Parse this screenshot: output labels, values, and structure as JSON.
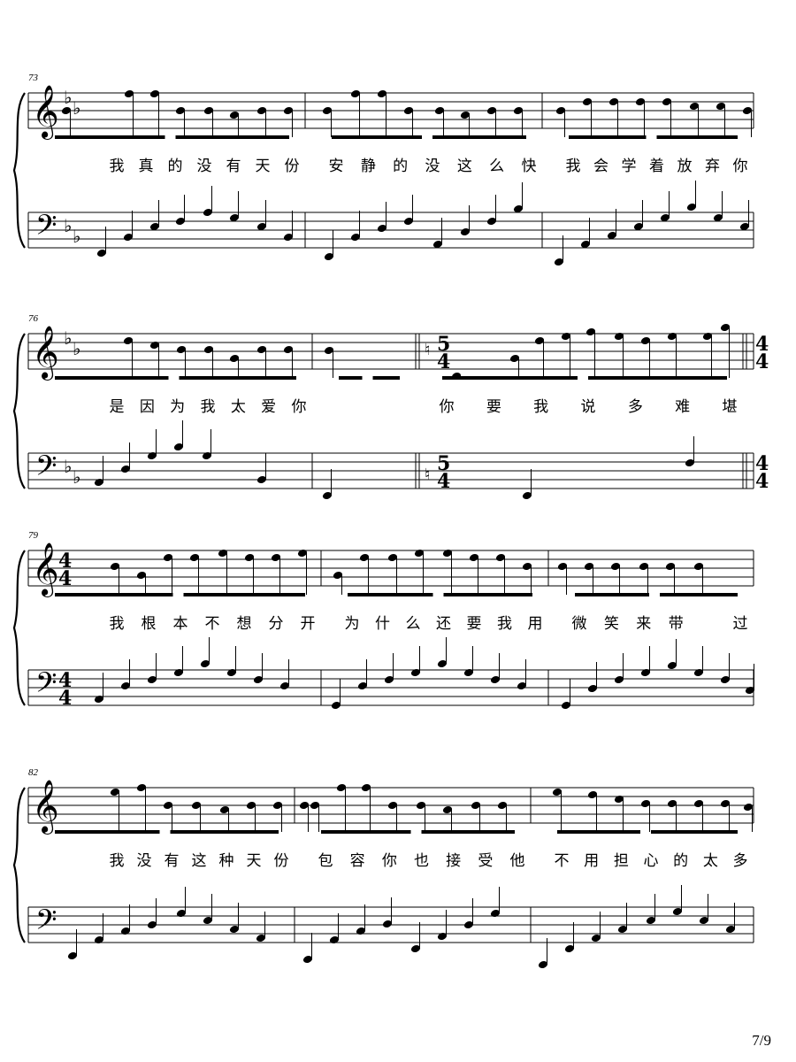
{
  "page": {
    "number": "7/9"
  },
  "systems": [
    {
      "start_measure": "73",
      "treble_key": "bb2",
      "bass_key": "bb2",
      "treble_time": null,
      "bass_time": null,
      "measures": [
        {
          "lyrics": [
            "我",
            "真",
            "的",
            "没",
            "有",
            "天",
            "份"
          ]
        },
        {
          "lyrics": [
            "安",
            "静",
            "的",
            "没",
            "这",
            "么",
            "快"
          ]
        },
        {
          "lyrics": [
            "我",
            "会",
            "学",
            "着",
            "放",
            "弃",
            "你"
          ]
        }
      ]
    },
    {
      "start_measure": "76",
      "treble_key": "bb2",
      "bass_key": "bb2",
      "treble_time": null,
      "bass_time": null,
      "measures": [
        {
          "lyrics": [
            "是",
            "因",
            "为",
            "我",
            "太",
            "爱",
            "你"
          ]
        },
        {
          "lyrics": []
        },
        {
          "lyrics": [
            "你",
            "要",
            "我",
            "说",
            "多",
            "难",
            "堪"
          ],
          "time_sig": [
            "5",
            "4"
          ],
          "cancel_key": true
        },
        {
          "end_time_sig": [
            "4",
            "4"
          ]
        }
      ]
    },
    {
      "start_measure": "79",
      "treble_key": "none",
      "bass_key": "none",
      "treble_time": [
        "4",
        "4"
      ],
      "bass_time": [
        "4",
        "4"
      ],
      "measures": [
        {
          "lyrics": [
            "我",
            "根",
            "本",
            "不",
            "想",
            "分",
            "开"
          ]
        },
        {
          "lyrics": [
            "为",
            "什",
            "么",
            "还",
            "要",
            "我",
            "用"
          ]
        },
        {
          "lyrics": [
            "微",
            "笑",
            "来",
            "带",
            "",
            "过"
          ]
        }
      ]
    },
    {
      "start_measure": "82",
      "treble_key": "none",
      "bass_key": "none",
      "treble_time": null,
      "bass_time": null,
      "measures": [
        {
          "lyrics": [
            "我",
            "没",
            "有",
            "这",
            "种",
            "天",
            "份"
          ]
        },
        {
          "lyrics": [
            "包",
            "容",
            "你",
            "也",
            "接",
            "受",
            "他"
          ]
        },
        {
          "lyrics": [
            "不",
            "用",
            "担",
            "心",
            "的",
            "太",
            "多"
          ]
        }
      ]
    }
  ]
}
